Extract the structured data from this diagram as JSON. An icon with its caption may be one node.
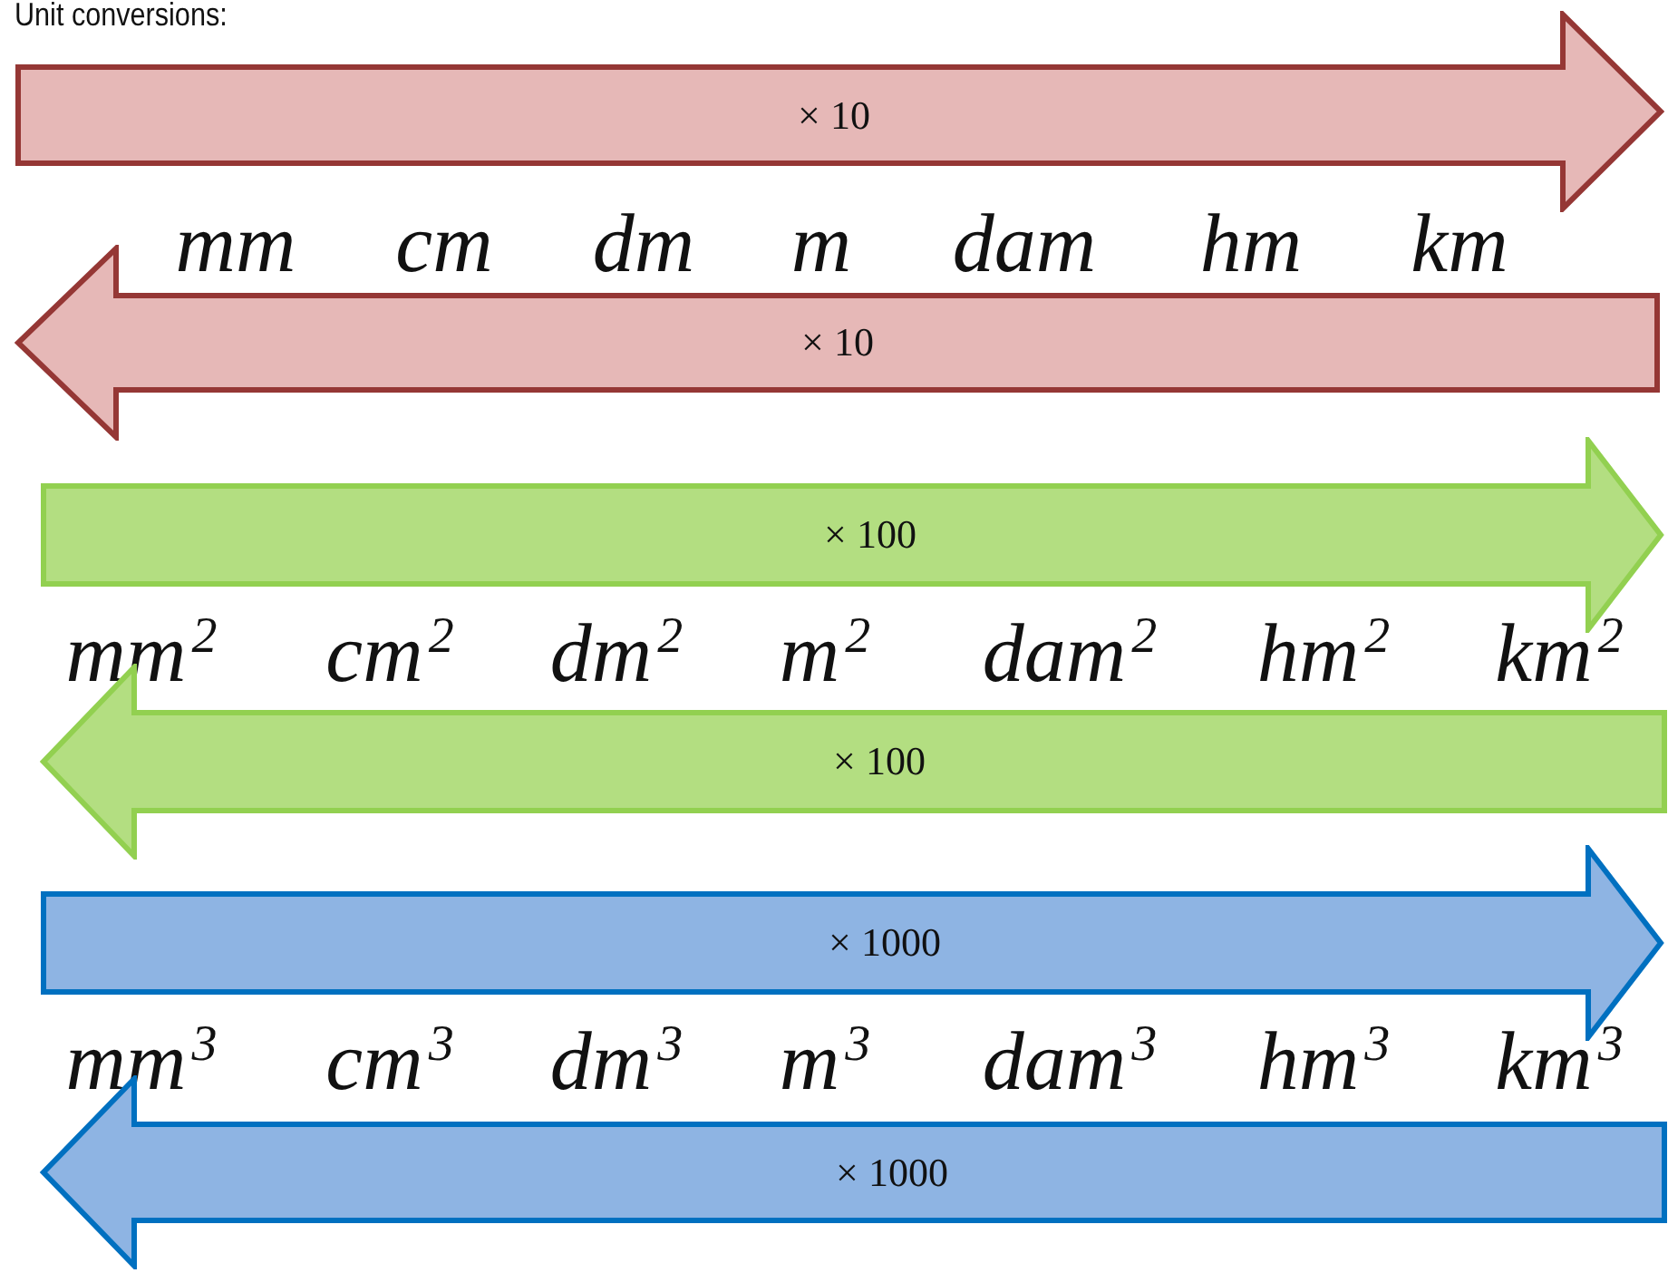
{
  "diagram": {
    "title": "Unit conversions:",
    "labels": [
      "× 10",
      "mm",
      "cm",
      "dm",
      "m",
      "dam",
      "hm",
      "km",
      "× 10",
      "× 100",
      "mm$^{2}$",
      "cm$^{2}$",
      "dm$^{2}$",
      "m$^{2}$",
      "dam$^{2}$",
      "hm$^{2}$",
      "km$^{2}$",
      "× 100",
      "× 1000",
      "mm$^{3}$",
      "cm$^{3}$",
      "dm$^{3}$",
      "m$^{3}$",
      "dam$^{3}$",
      "hm$^{3}$",
      "km$^{3}$",
      "× 1000"
    ]
  }
}
